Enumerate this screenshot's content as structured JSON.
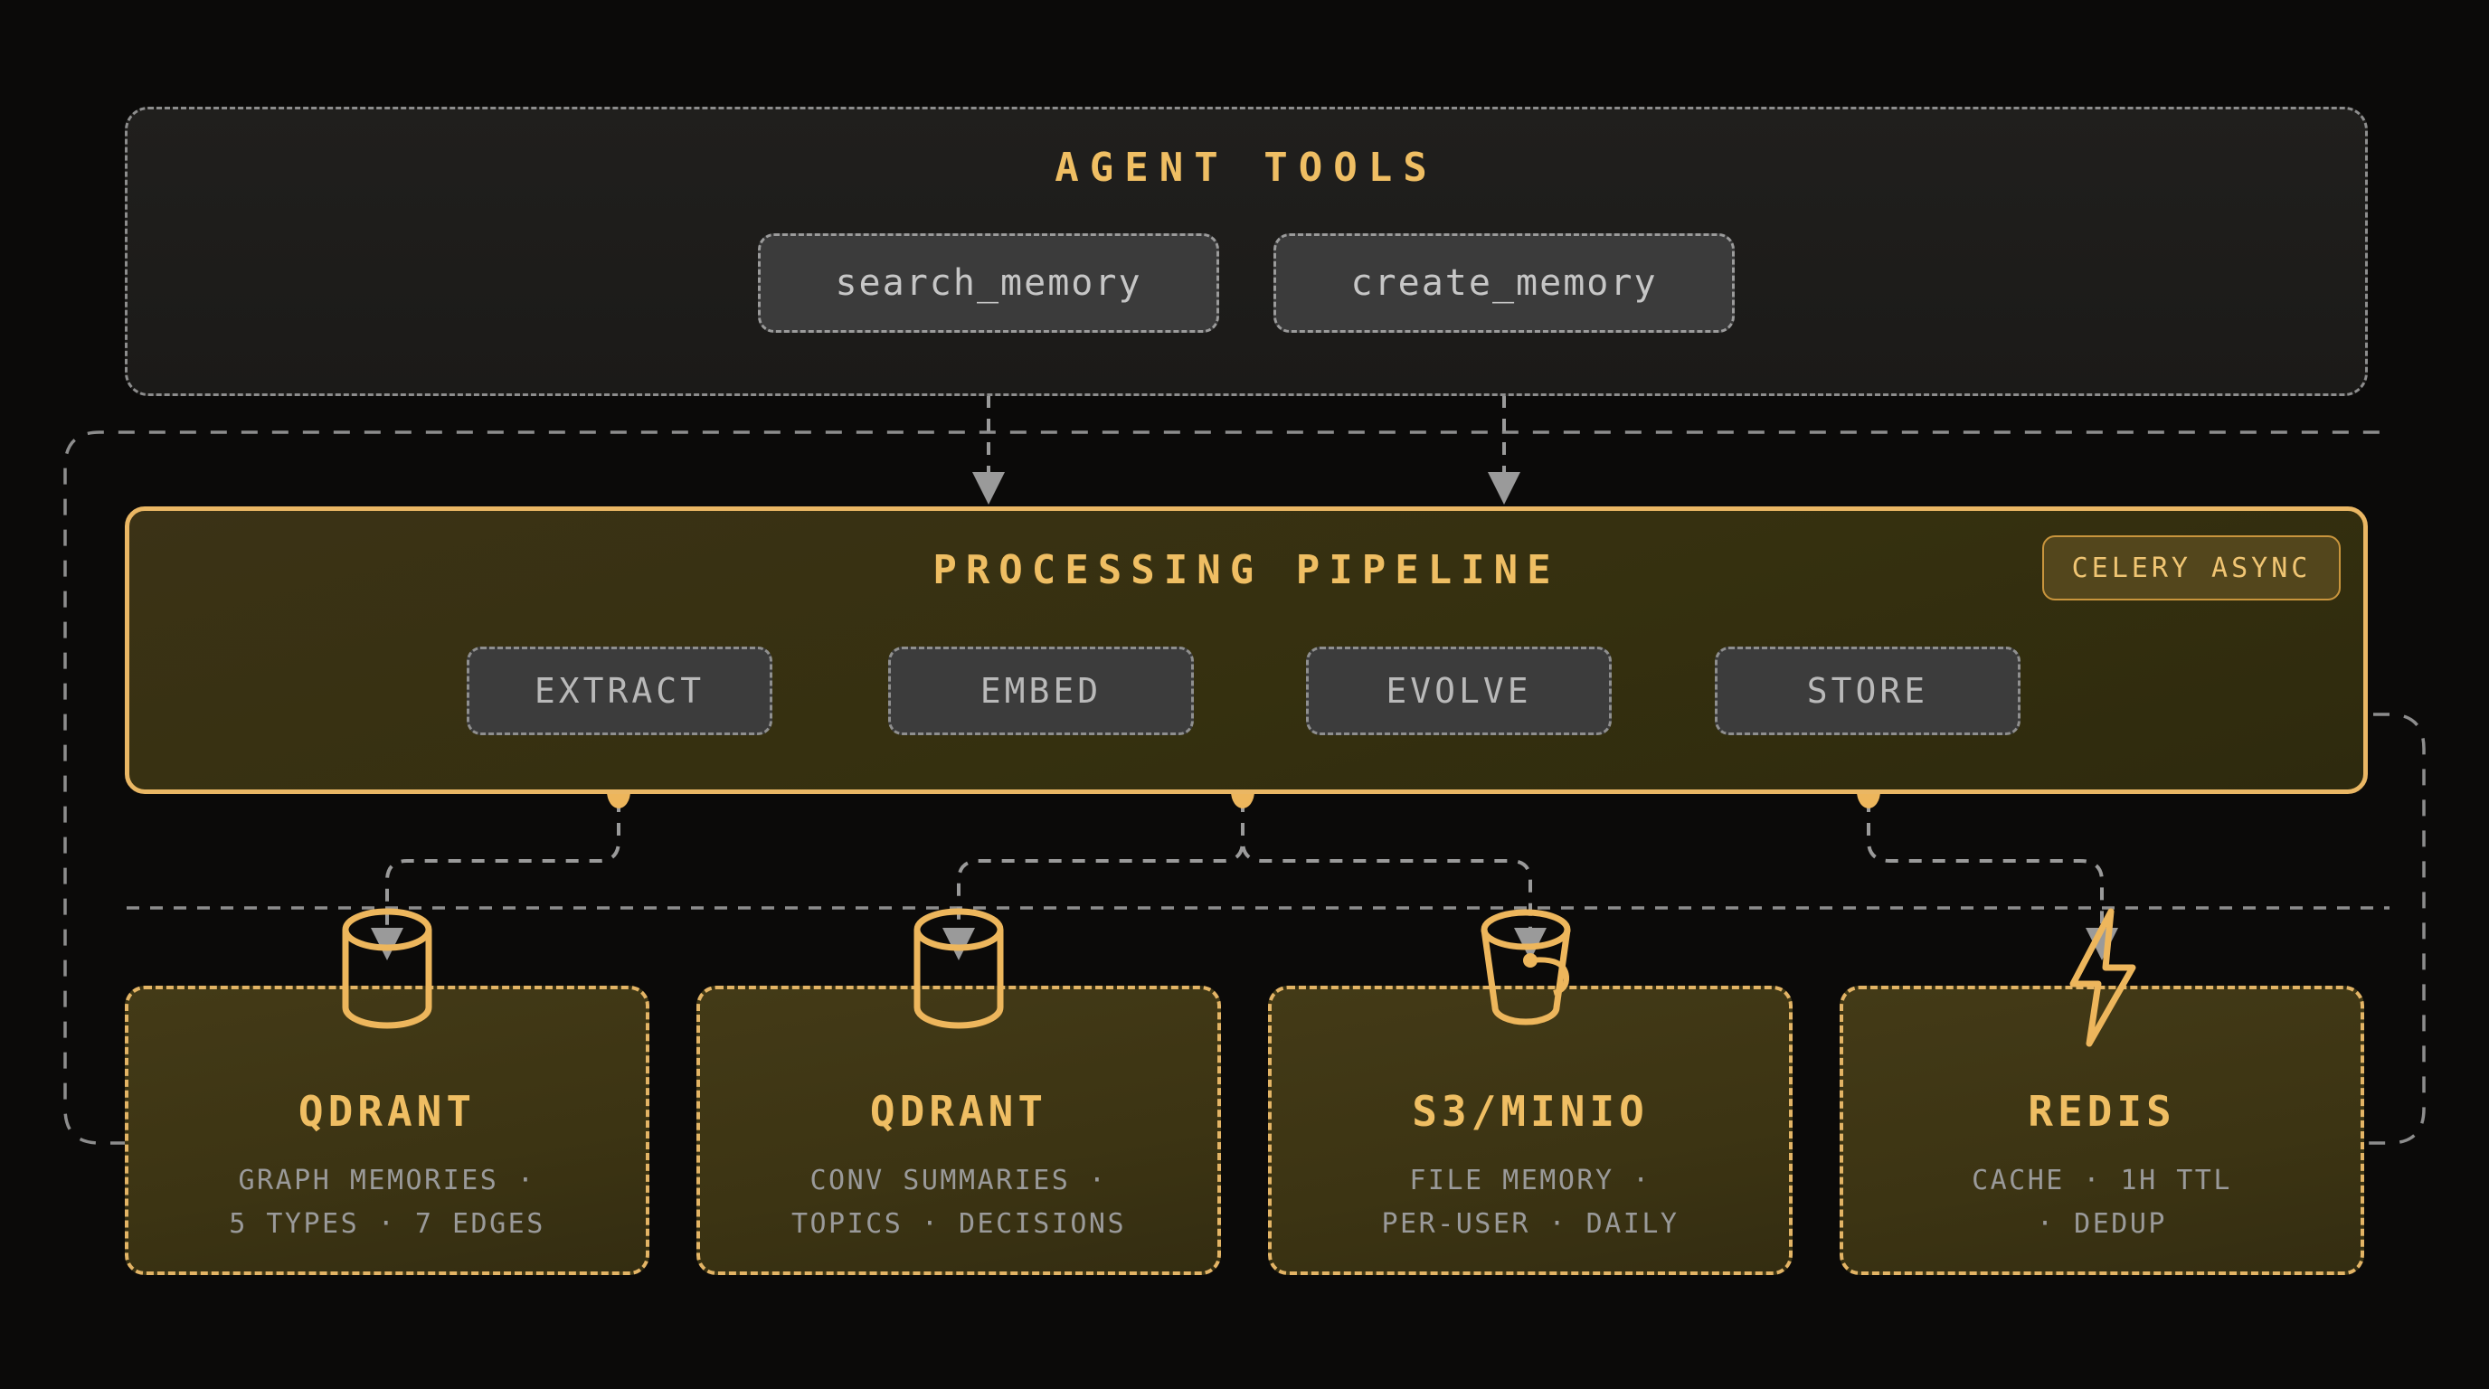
{
  "colors": {
    "background": "#0b0a09",
    "amber": "#efbe63",
    "amber_border": "#eab764",
    "gray_dash": "#8d8d8d",
    "gray_text": "#b9b9b9",
    "sub_text": "#9a9a9a",
    "pipeline_fill": "#35300f",
    "card_fill": "#3c3413",
    "badge_fill": "#53461c"
  },
  "agent_tools": {
    "title": "AGENT TOOLS",
    "tools": [
      {
        "label": "search_memory",
        "icon": "connector-dot-icon"
      },
      {
        "label": "create_memory",
        "icon": "connector-dot-icon"
      }
    ]
  },
  "pipeline": {
    "title": "PROCESSING PIPELINE",
    "badge": "CELERY ASYNC",
    "stages": [
      {
        "label": "EXTRACT"
      },
      {
        "label": "EMBED"
      },
      {
        "label": "EVOLVE"
      },
      {
        "label": "STORE"
      }
    ]
  },
  "storage": {
    "cards": [
      {
        "title": "QDRANT",
        "icon": "database-cylinder-icon",
        "line1": "GRAPH MEMORIES ·",
        "line2": "5 TYPES · 7 EDGES"
      },
      {
        "title": "QDRANT",
        "icon": "database-cylinder-icon",
        "line1": "CONV SUMMARIES ·",
        "line2": "TOPICS · DECISIONS"
      },
      {
        "title": "S3/MINIO",
        "icon": "bucket-icon",
        "line1": "FILE MEMORY ·",
        "line2": "PER-USER · DAILY"
      },
      {
        "title": "REDIS",
        "icon": "lightning-bolt-icon",
        "line1": "CACHE · 1H TTL",
        "line2": "· DEDUP"
      }
    ]
  }
}
